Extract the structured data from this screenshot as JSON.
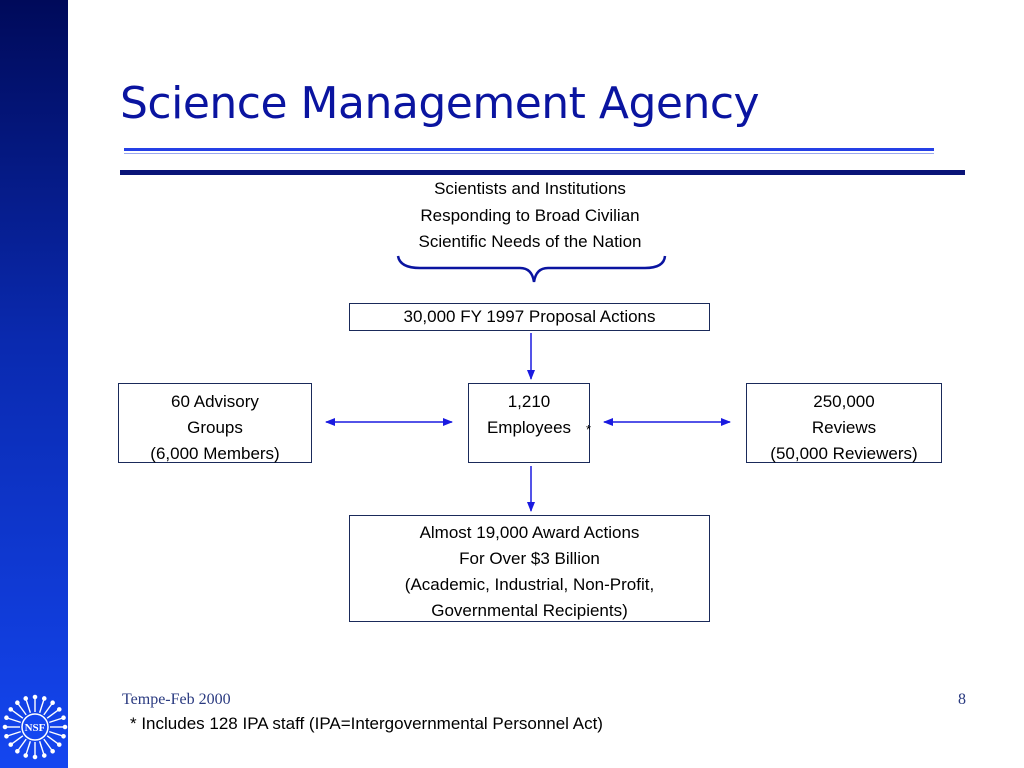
{
  "slide": {
    "title": "Science Management Agency",
    "colors": {
      "title": "#0a14a0",
      "sidebar": "#0a2ab0",
      "arrows": "#1a1ae0"
    }
  },
  "source_text": [
    "Scientists and Institutions",
    "Responding to Broad Civilian",
    "Scientific Needs of the Nation"
  ],
  "boxes": {
    "proposal": [
      "30,000 FY 1997 Proposal Actions"
    ],
    "advisory": [
      "60 Advisory",
      "Groups",
      "(6,000 Members)"
    ],
    "employees": [
      "1,210",
      "Employees"
    ],
    "employees_marker": "*",
    "reviews": [
      "250,000",
      "Reviews",
      "(50,000 Reviewers)"
    ],
    "award": [
      "Almost 19,000 Award Actions",
      "For Over $3 Billion",
      "(Academic, Industrial, Non-Profit,",
      "Governmental Recipients)"
    ]
  },
  "footer": {
    "left": "Tempe-Feb 2000",
    "page_number": "8",
    "footnote": "* Includes 128 IPA staff (IPA=Intergovernmental Personnel Act)"
  },
  "logo": {
    "icon": "nsf-seal-icon",
    "text": "NSF"
  }
}
